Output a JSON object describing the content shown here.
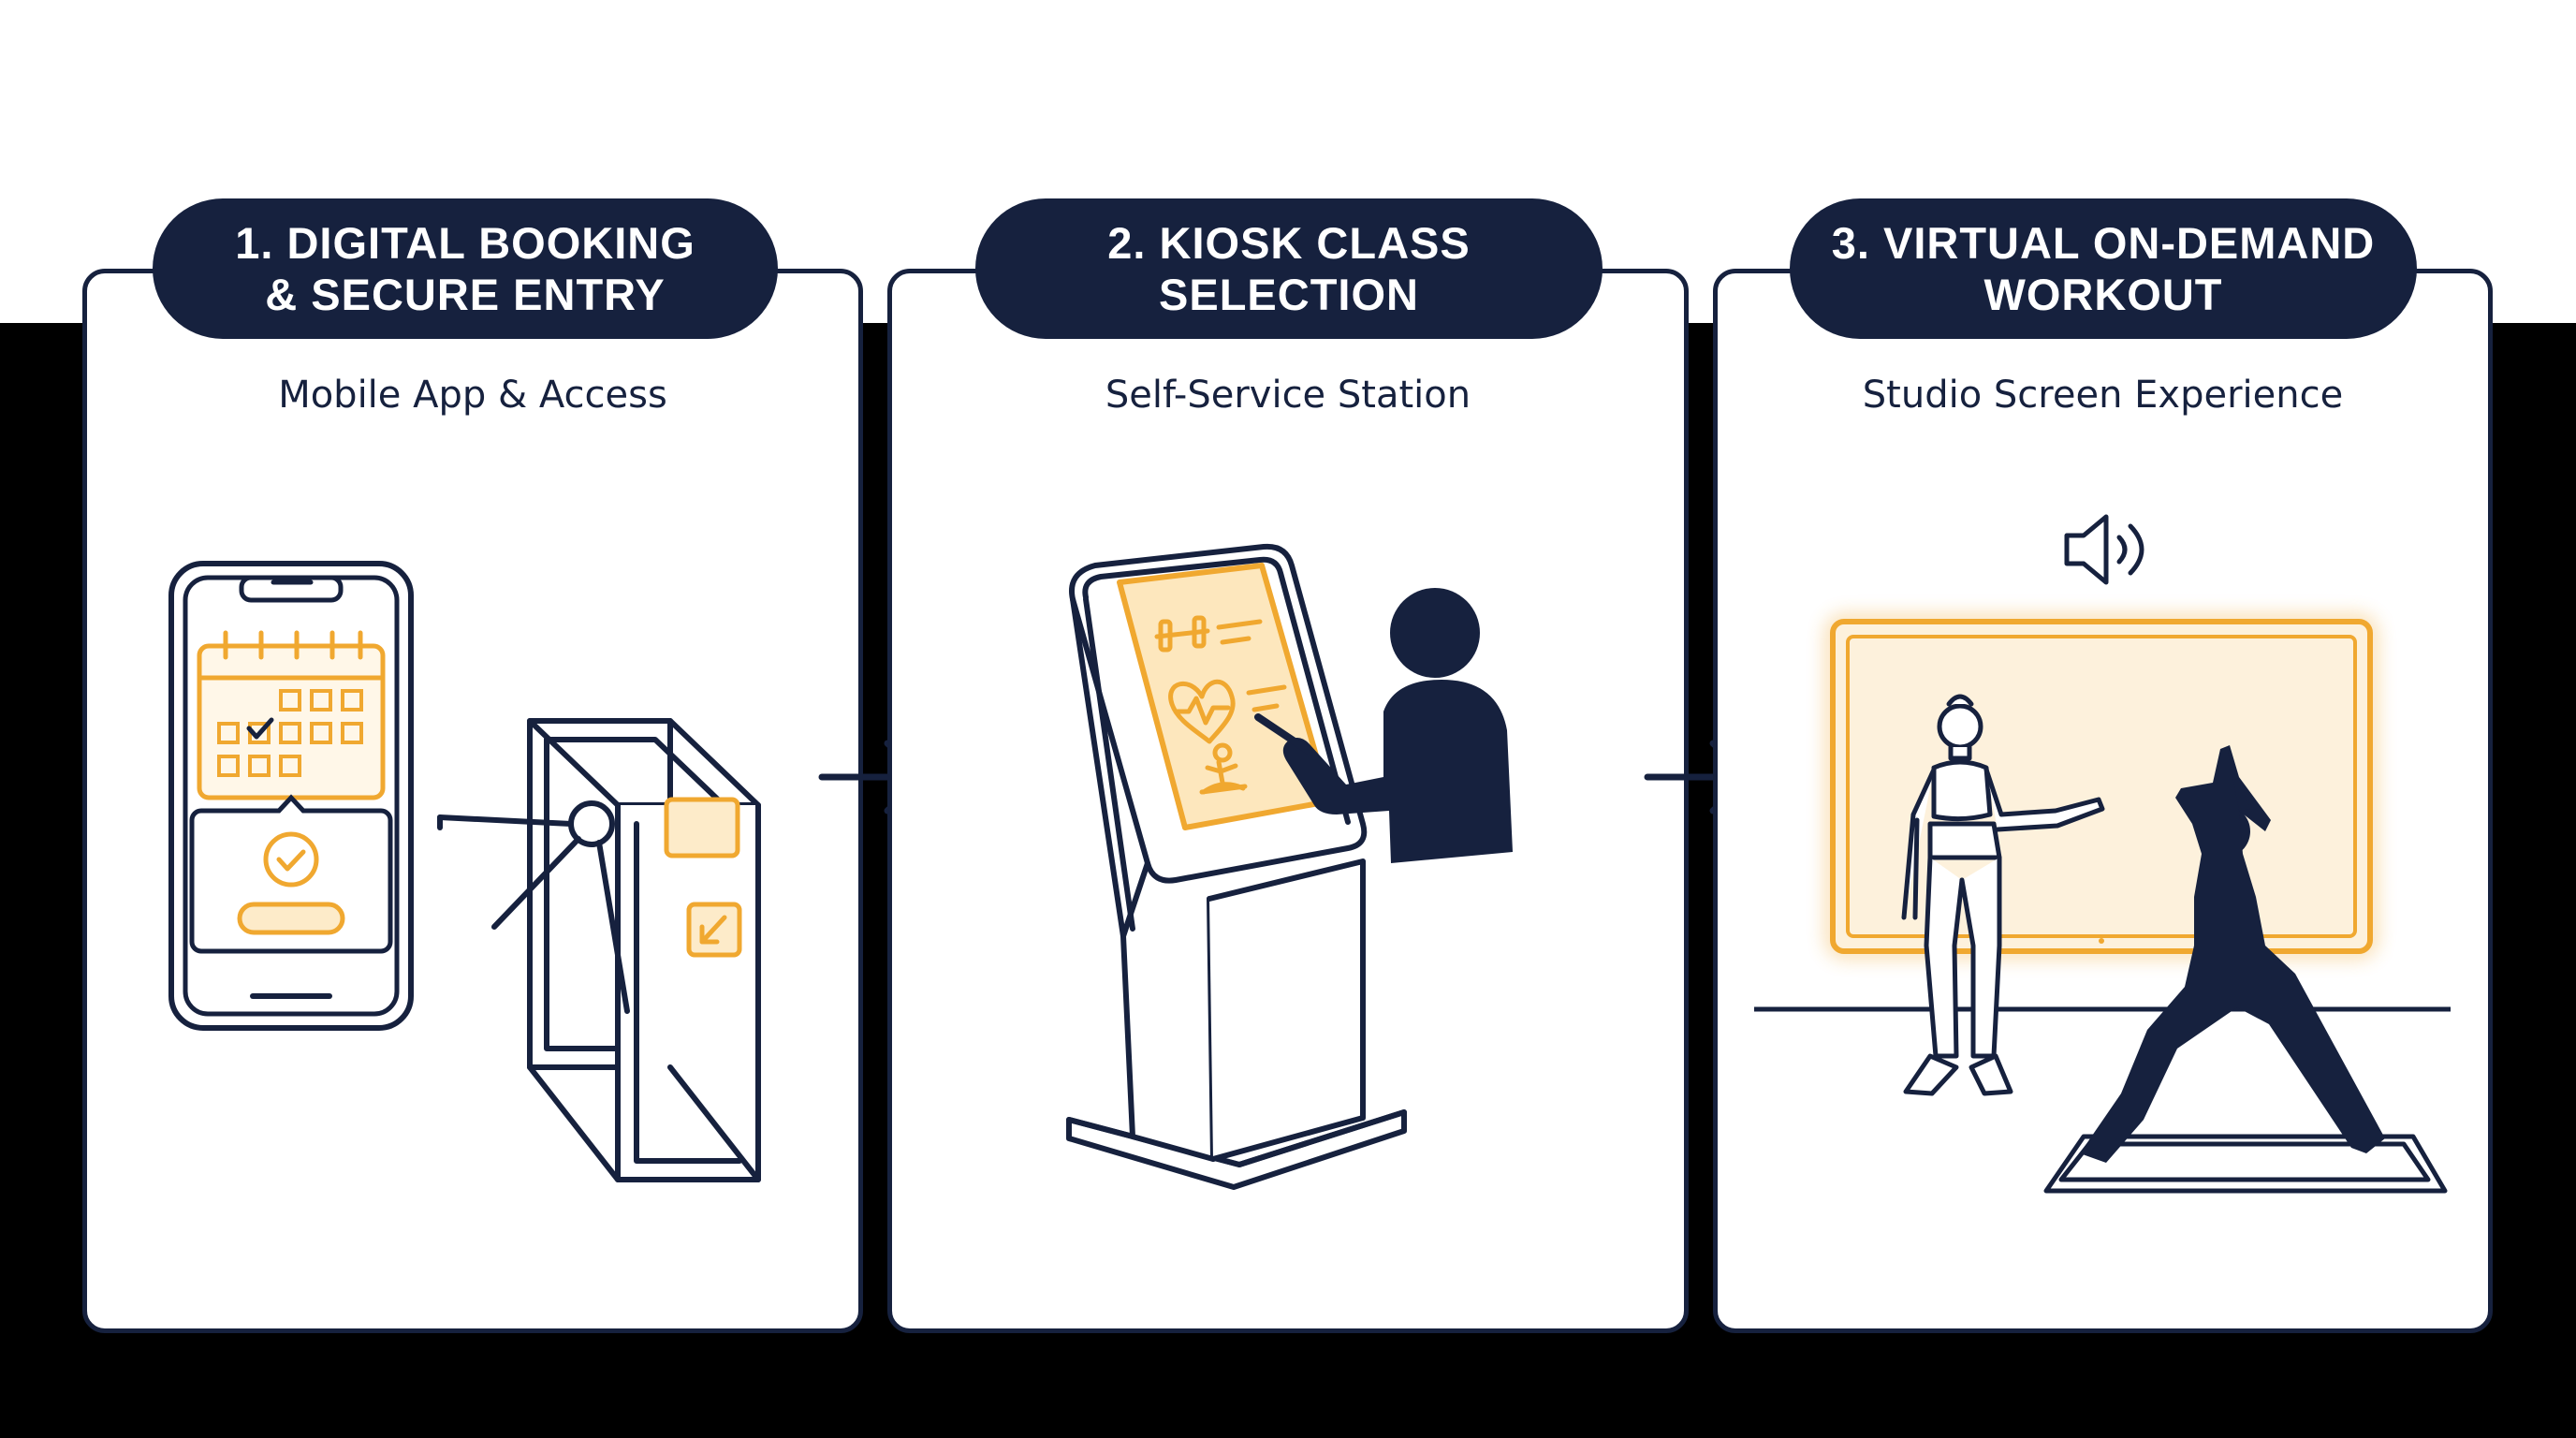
{
  "colors": {
    "navy": "#16213e",
    "accent": "#f0a830",
    "accent_fill": "#fdebc9",
    "screen_fill": "#fdf1dc",
    "background": "#000000",
    "panel": "#ffffff"
  },
  "steps": [
    {
      "title": "1. DIGITAL BOOKING\n& SECURE ENTRY",
      "subtitle": "Mobile App & Access",
      "icons": [
        "smartphone-icon",
        "calendar-icon",
        "checkmark-icon",
        "turnstile-icon",
        "card-reader-icon"
      ]
    },
    {
      "title": "2. KIOSK CLASS\nSELECTION",
      "subtitle": "Self-Service Station",
      "icons": [
        "kiosk-icon",
        "dumbbell-icon",
        "heart-rate-icon",
        "meditation-icon",
        "person-icon"
      ]
    },
    {
      "title": "3. VIRTUAL ON-DEMAND\nWORKOUT",
      "subtitle": "Studio Screen Experience",
      "icons": [
        "speaker-icon",
        "screen-icon",
        "instructor-icon",
        "yoga-person-icon",
        "yoga-mat-icon"
      ]
    }
  ],
  "connectors": [
    "arrow-right-icon",
    "arrow-right-icon"
  ]
}
